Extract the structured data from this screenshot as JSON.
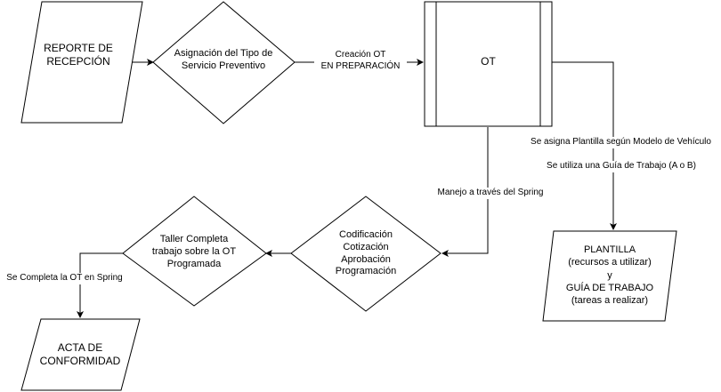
{
  "nodes": {
    "reporte": [
      "REPORTE DE",
      "RECEPCIÓN"
    ],
    "asignacion": [
      "Asignación del Tipo de",
      "Servicio Preventivo"
    ],
    "ot": [
      "OT"
    ],
    "plantilla": [
      "PLANTILLA",
      "(recursos a utilizar)",
      "y",
      "GUÍA DE TRABAJO",
      "(tareas a realizar)"
    ],
    "codificacion": [
      "Codificación",
      "Cotización",
      "Aprobación",
      "Programación"
    ],
    "taller": [
      "Taller Completa",
      "trabajo sobre la OT",
      "Programada"
    ],
    "acta": [
      "ACTA DE",
      "CONFORMIDAD"
    ]
  },
  "edges": {
    "creacion_ot": [
      "Creación OT",
      "EN PREPARACIÓN"
    ],
    "plantilla_modelo": "Se asigna Plantilla según Modelo de Vehículo",
    "guia_trabajo": "Se utiliza una Guía de Trabajo (A o B)",
    "manejo_spring": "Manejo a través del Spring",
    "completa_spring": "Se Completa la OT en Spring"
  },
  "colors": {
    "stroke": "#000000",
    "fill": "#ffffff",
    "text": "#000000"
  }
}
